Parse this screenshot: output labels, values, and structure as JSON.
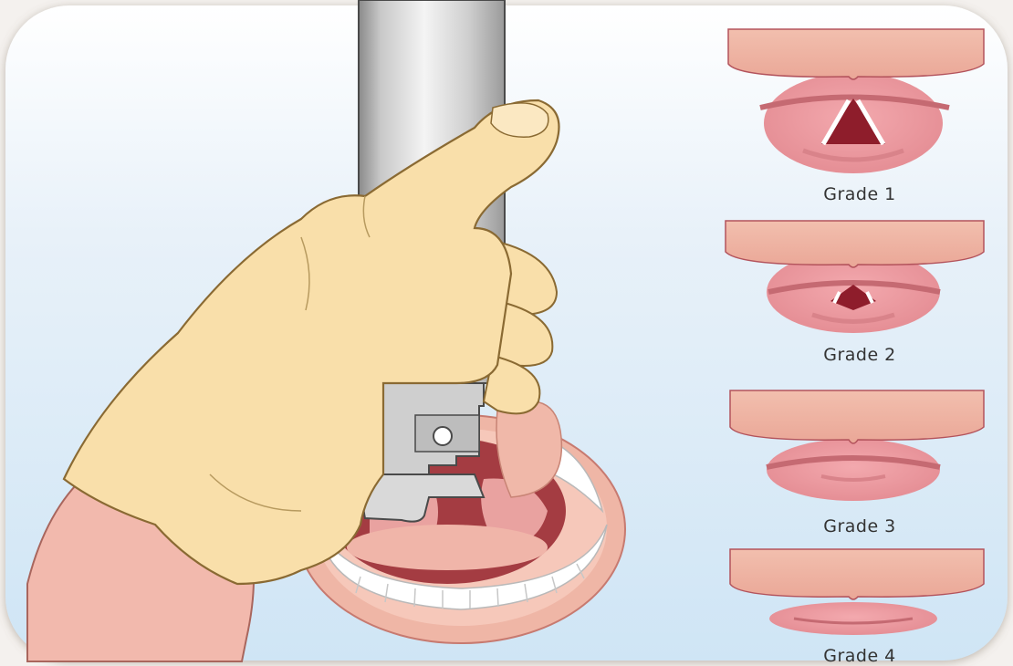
{
  "grades": [
    {
      "label": "Grade 1"
    },
    {
      "label": "Grade 2"
    },
    {
      "label": "Grade 3"
    },
    {
      "label": "Grade 4"
    }
  ],
  "colors": {
    "background_top": "#ddeaf6",
    "background_bottom": "#cfe6f6",
    "glove": "#f9dfaa",
    "skin": "#f2b9ad",
    "blade_metal": "#d0d0d0",
    "tissue_pink": "#ec9ea2",
    "tongue": "#f0b0a5",
    "cords": "#ffffff"
  },
  "icons": [
    "laryngoscope-icon",
    "gloved-hand-icon",
    "open-mouth-icon",
    "larynx-view-icon"
  ]
}
